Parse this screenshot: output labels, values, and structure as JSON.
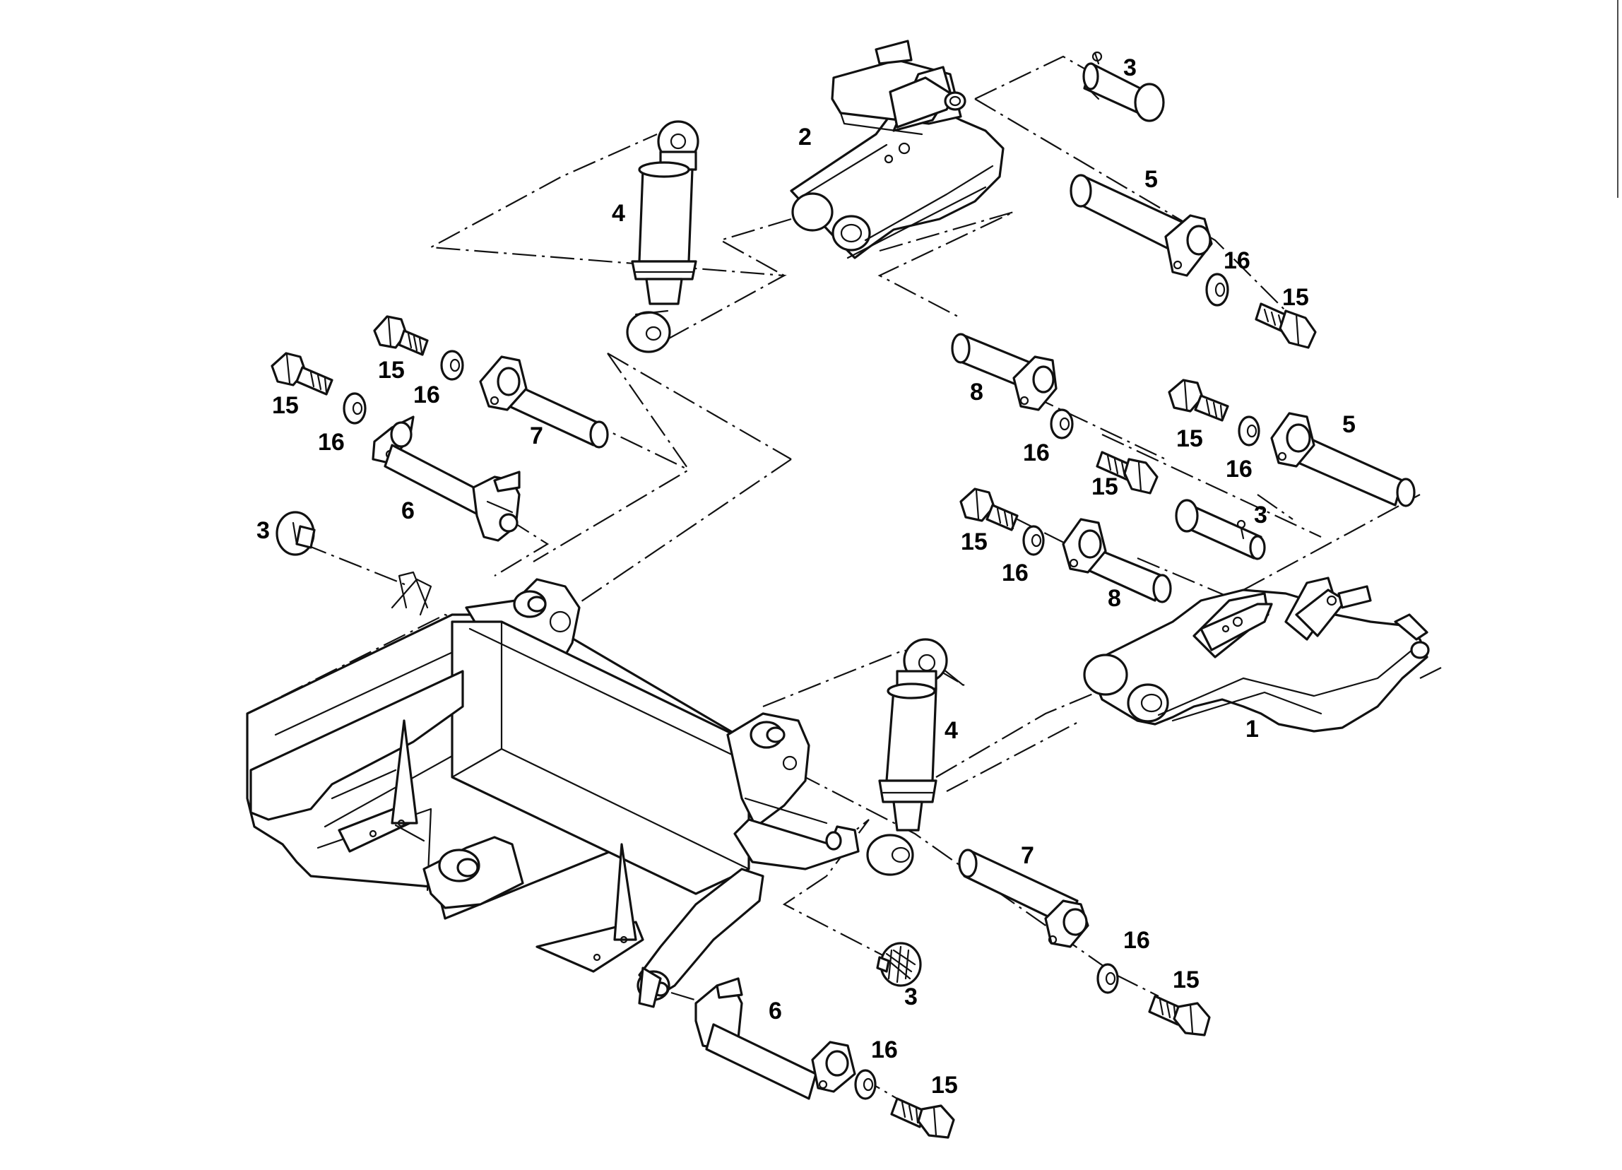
{
  "callouts": {
    "c_1": "1",
    "c_2": "2",
    "c_3a": "3",
    "c_3b": "3",
    "c_3c": "3",
    "c_3d": "3",
    "c_4a": "4",
    "c_4b": "4",
    "c_5a": "5",
    "c_5b": "5",
    "c_6a": "6",
    "c_6b": "6",
    "c_7a": "7",
    "c_7b": "7",
    "c_8a": "8",
    "c_8b": "8",
    "c_15a": "15",
    "c_15b": "15",
    "c_15c": "15",
    "c_15d": "15",
    "c_15e": "15",
    "c_15f": "15",
    "c_15g": "15",
    "c_15h": "15",
    "c_16a": "16",
    "c_16b": "16",
    "c_16c": "16",
    "c_16d": "16",
    "c_16e": "16",
    "c_16f": "16",
    "c_16g": "16",
    "c_16h": "16"
  },
  "colors": {
    "line": "#111111",
    "background": "#ffffff"
  }
}
